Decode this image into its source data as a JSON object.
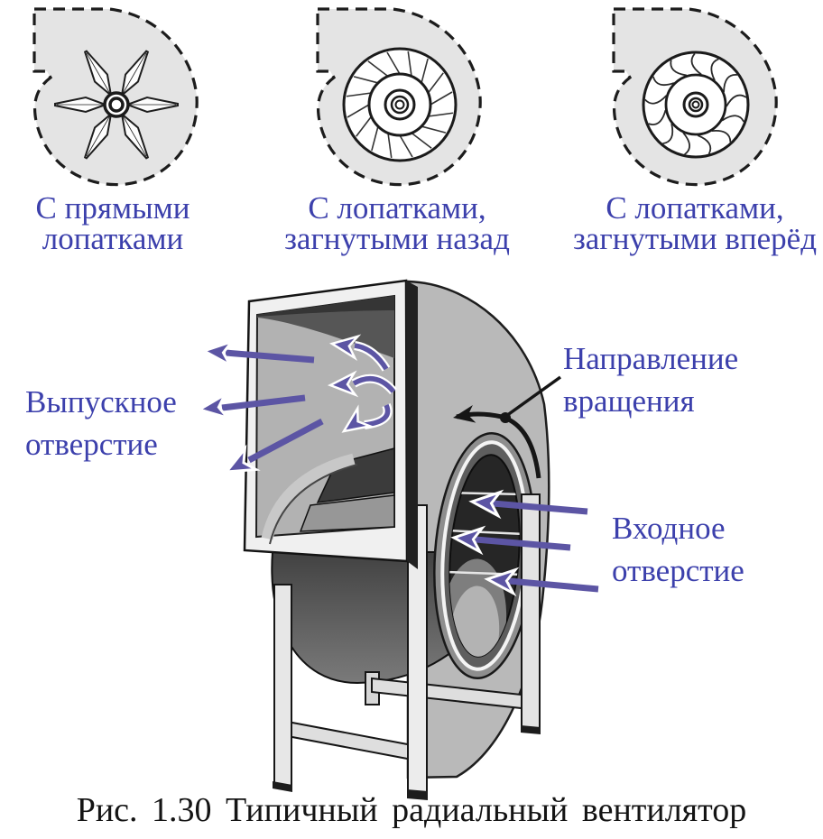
{
  "figure": {
    "caption": "Рис. 1.30 Типичный радиальный вентилятор"
  },
  "impeller_types": [
    {
      "icon": "straight-blades-impeller-icon",
      "label_line1": "С прямыми",
      "label_line2": "лопатками"
    },
    {
      "icon": "backward-curved-impeller-icon",
      "label_line1": "С лопатками,",
      "label_line2": "загнутыми назад"
    },
    {
      "icon": "forward-curved-impeller-icon",
      "label_line1": "С лопатками,",
      "label_line2": "загнутыми вперёд"
    }
  ],
  "annotations": {
    "outlet": {
      "line1": "Выпускное",
      "line2": "отверстие"
    },
    "rotation": {
      "line1": "Направление",
      "line2": "вращения"
    },
    "inlet": {
      "line1": "Входное",
      "line2": "отверстие"
    }
  },
  "colors": {
    "label_blue": "#3c40ac",
    "arrow_purple": "#5c55a4",
    "rotation_arrow_black": "#161616",
    "housing_gray": "#b9b9b9",
    "panel_fill": "#e4e4e4",
    "caption_color": "#141414",
    "background": "#ffffff"
  }
}
